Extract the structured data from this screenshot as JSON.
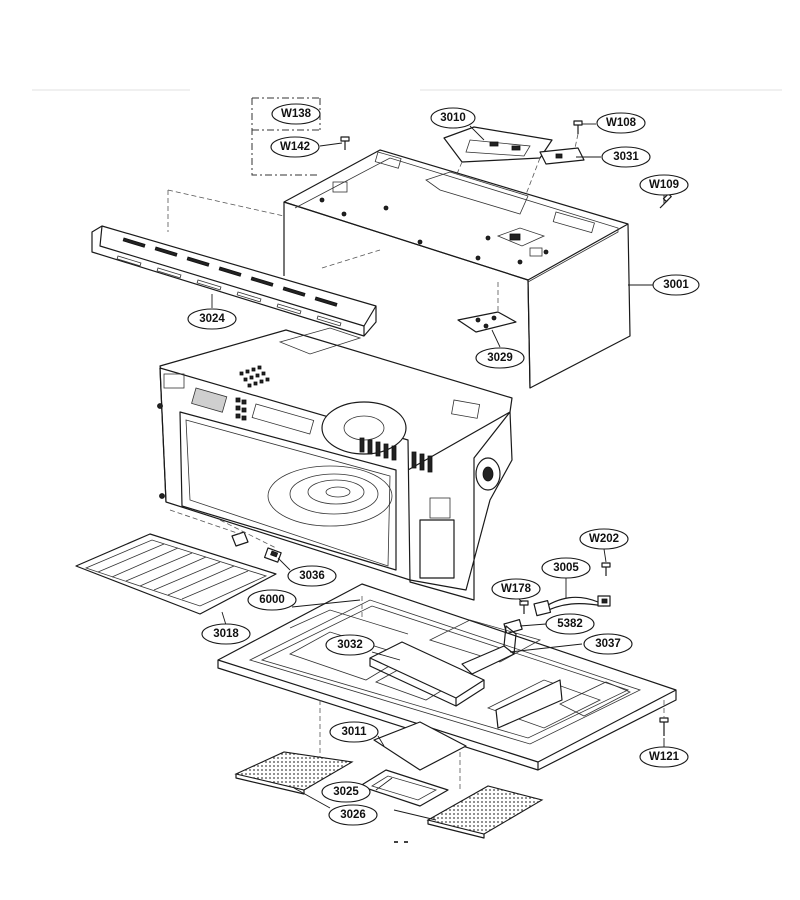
{
  "diagram": {
    "callouts": [
      {
        "id": "W138",
        "label": "W138"
      },
      {
        "id": "W142",
        "label": "W142"
      },
      {
        "id": "3010",
        "label": "3010"
      },
      {
        "id": "W108",
        "label": "W108"
      },
      {
        "id": "3031",
        "label": "3031"
      },
      {
        "id": "W109",
        "label": "W109"
      },
      {
        "id": "3001",
        "label": "3001"
      },
      {
        "id": "3024",
        "label": "3024"
      },
      {
        "id": "3029",
        "label": "3029"
      },
      {
        "id": "W202",
        "label": "W202"
      },
      {
        "id": "3005",
        "label": "3005"
      },
      {
        "id": "W178",
        "label": "W178"
      },
      {
        "id": "3036",
        "label": "3036"
      },
      {
        "id": "6000",
        "label": "6000"
      },
      {
        "id": "5382",
        "label": "5382"
      },
      {
        "id": "3018",
        "label": "3018"
      },
      {
        "id": "3032",
        "label": "3032"
      },
      {
        "id": "3037",
        "label": "3037"
      },
      {
        "id": "3011",
        "label": "3011"
      },
      {
        "id": "W121",
        "label": "W121"
      },
      {
        "id": "3025",
        "label": "3025"
      },
      {
        "id": "3026",
        "label": "3026"
      }
    ]
  }
}
